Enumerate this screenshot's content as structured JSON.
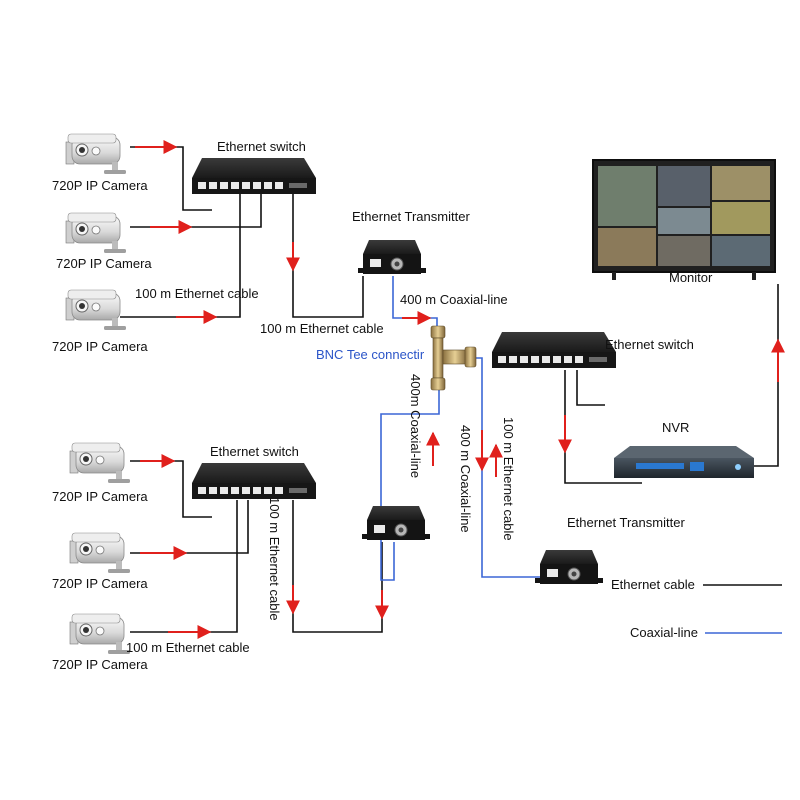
{
  "labels": {
    "camera": "720P IP Camera",
    "ethernet_switch": "Ethernet switch",
    "ethernet_transmitter": "Ethernet Transmitter",
    "eth_cable_100m": "100 m Ethernet cable",
    "eth_cable_100m_vertical": "100 m Ethernet cable",
    "coax_400m": "400 m Coaxial-line",
    "coax_400m_vertical_a": "400m Coaxial-line",
    "coax_400m_vertical_b": "400 m Coaxial-line",
    "bnc_tee": "BNC Tee connectir",
    "nvr": "NVR",
    "monitor": "Monitor"
  },
  "legend": {
    "ethernet": "Ethernet cable",
    "coax": "Coaxial-line"
  },
  "colors": {
    "ethernet_line": "#111111",
    "coax_line": "#3b67d6",
    "arrow": "#e0201c",
    "device_body": "#1c1c1c"
  },
  "icons": {
    "camera": "bullet-camera-icon",
    "switch": "network-switch-icon",
    "transmitter": "ethernet-transmitter-icon",
    "nvr": "nvr-recorder-icon",
    "monitor": "monitor-icon",
    "bnc": "bnc-tee-connector-icon"
  }
}
